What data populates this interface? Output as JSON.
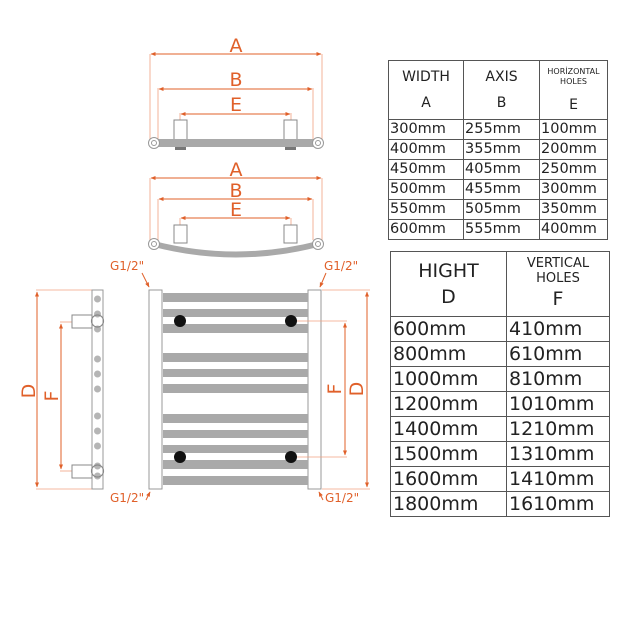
{
  "colors": {
    "dimension_line": "#e0602a",
    "bar_fill": "#a9a9a9",
    "outline": "#888888",
    "hole": "#111111",
    "table_border": "#555555",
    "text": "#222222"
  },
  "diagram": {
    "top_view_straight": {
      "labels": [
        "A",
        "B",
        "E"
      ]
    },
    "top_view_curved": {
      "labels": [
        "A",
        "B",
        "E"
      ]
    },
    "side_view": {
      "labels": [
        "D",
        "F"
      ],
      "connection_top": "G1/2\"",
      "connection_bottom": "G1/2\""
    },
    "front_view": {
      "labels": [
        "F",
        "D"
      ],
      "connection_top_left": "G1/2\"",
      "connection_top_right": "G1/2\"",
      "connection_bottom_left": "G1/2\"",
      "connection_bottom_right": "G1/2\""
    }
  },
  "width_table": {
    "headers": [
      {
        "title": "WIDTH",
        "symbol": "A"
      },
      {
        "title": "AXIS",
        "symbol": "B"
      },
      {
        "title_line1": "HORİZONTAL",
        "title_line2": "HOLES",
        "symbol": "E"
      }
    ],
    "rows": [
      [
        "300mm",
        "255mm",
        "100mm"
      ],
      [
        "400mm",
        "355mm",
        "200mm"
      ],
      [
        "450mm",
        "405mm",
        "250mm"
      ],
      [
        "500mm",
        "455mm",
        "300mm"
      ],
      [
        "550mm",
        "505mm",
        "350mm"
      ],
      [
        "600mm",
        "555mm",
        "400mm"
      ]
    ]
  },
  "height_table": {
    "headers": [
      {
        "title": "HIGHT",
        "symbol": "D"
      },
      {
        "title_line1": "VERTICAL",
        "title_line2": "HOLES",
        "symbol": "F"
      }
    ],
    "rows": [
      [
        "600mm",
        "410mm"
      ],
      [
        "800mm",
        "610mm"
      ],
      [
        "1000mm",
        "810mm"
      ],
      [
        "1200mm",
        "1010mm"
      ],
      [
        "1400mm",
        "1210mm"
      ],
      [
        "1500mm",
        "1310mm"
      ],
      [
        "1600mm",
        "1410mm"
      ],
      [
        "1800mm",
        "1610mm"
      ]
    ]
  }
}
